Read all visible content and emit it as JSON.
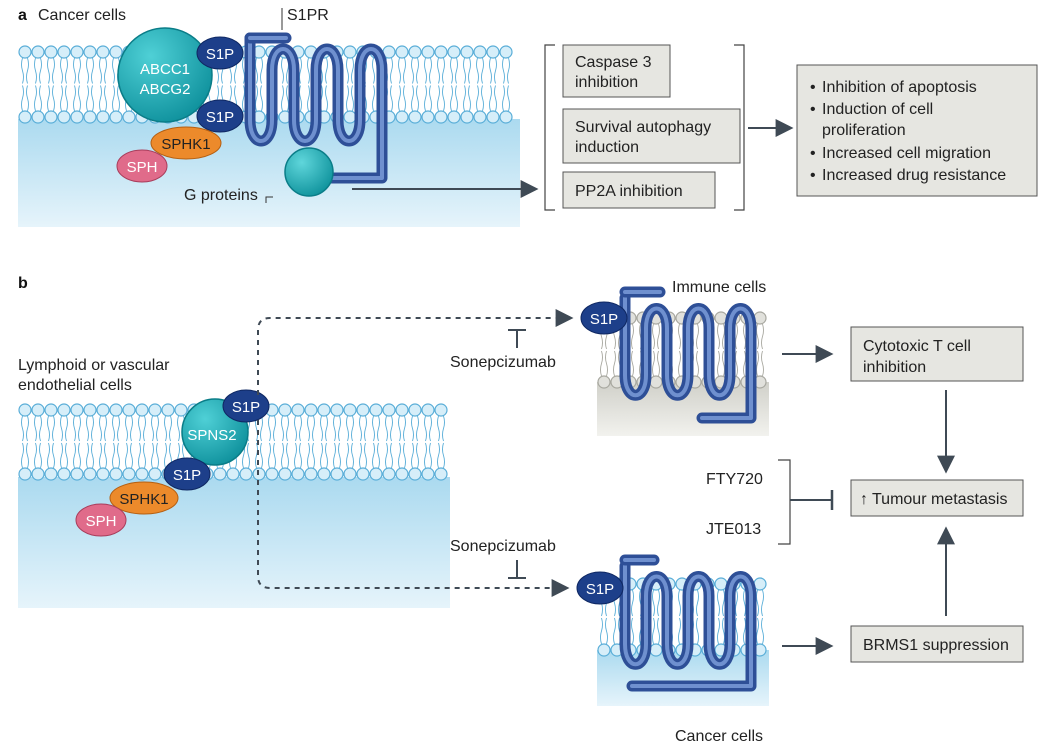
{
  "panel_a": {
    "letter": "a",
    "cell_label": "Cancer cells",
    "receptor_label": "S1PR",
    "transporter": [
      "ABCC1",
      "ABCG2"
    ],
    "s1p": "S1P",
    "sphk1": "SPHK1",
    "sph": "SPH",
    "g_proteins": "G proteins",
    "effects": [
      [
        "Caspase 3",
        "inhibition"
      ],
      [
        "Survival autophagy",
        "induction"
      ],
      [
        "PP2A inhibition"
      ]
    ],
    "outcomes": [
      [
        "Inhibition of apoptosis"
      ],
      [
        "Induction of cell",
        "proliferation"
      ],
      [
        "Increased cell migration"
      ],
      [
        "Increased drug resistance"
      ]
    ]
  },
  "panel_b": {
    "letter": "b",
    "source_cells": [
      "Lymphoid or vascular",
      "endothelial cells"
    ],
    "transporter": "SPNS2",
    "s1p": "S1P",
    "sphk1": "SPHK1",
    "sph": "SPH",
    "immune_cells": "Immune cells",
    "cancer_cells": "Cancer cells",
    "inhibitor_antibody": "Sonepcizumab",
    "inhibitors": [
      "FTY720",
      "JTE013"
    ],
    "cytotoxic": [
      "Cytotoxic T cell",
      "inhibition"
    ],
    "metastasis_arrow": "↑",
    "metastasis": "Tumour metastasis",
    "brms1": "BRMS1 suppression"
  },
  "colors": {
    "membrane_head": "#cde9f6",
    "membrane_stroke": "#64b3dc",
    "cytoplasm": "#bfe3f3",
    "receptor": "#3b5ea8",
    "receptor_light": "#8aa9dd",
    "s1p": "#1d3f8a",
    "transporter": "#12a3ad",
    "sphk1": "#ec8a2b",
    "sph": "#e06b8a",
    "box_fill": "#e6e6e1",
    "arrow": "#3f4a55",
    "grey_membrane": "#d8d8d2"
  }
}
